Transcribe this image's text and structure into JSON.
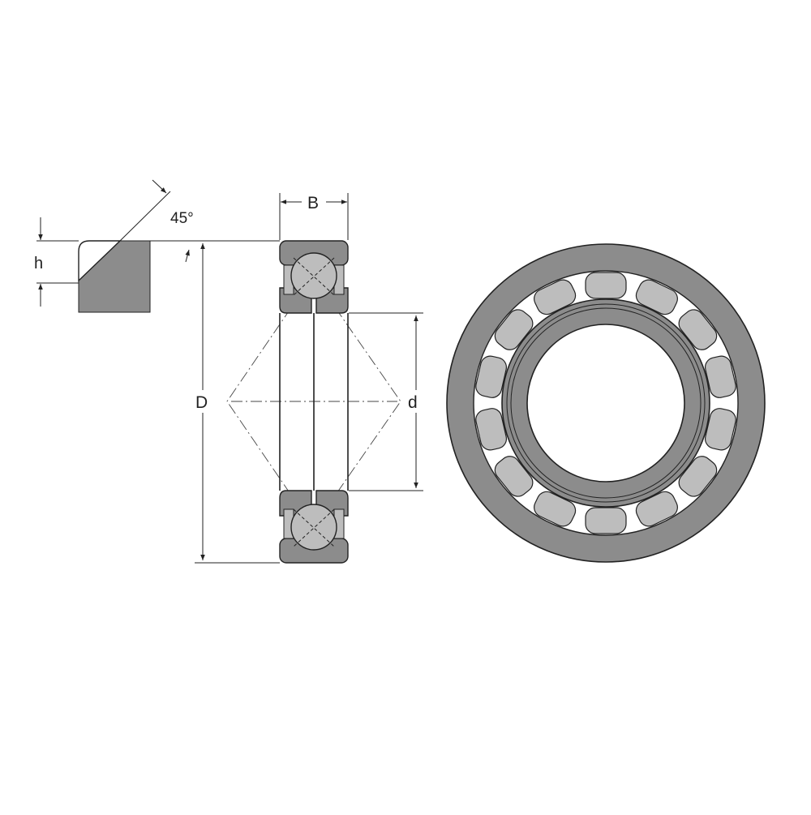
{
  "labels": {
    "chamfer_angle": "45°",
    "chamfer_height": "h",
    "width": "B",
    "outer_diameter": "D",
    "bore_diameter": "d"
  },
  "colors": {
    "steel": "#8c8c8c",
    "ball": "#bdbdbd",
    "line": "#222222",
    "background": "#ffffff"
  },
  "front_view": {
    "rolling_elements": 14
  }
}
